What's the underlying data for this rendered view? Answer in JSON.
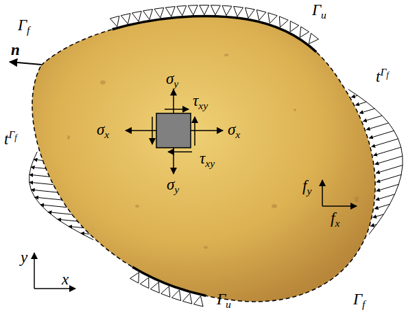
{
  "diagram": {
    "labels": [
      "Γu",
      "Γf",
      "n",
      "tΓf",
      "σy",
      "τxy",
      "σx",
      "σx",
      "τxy",
      "σy",
      "fy",
      "fx",
      "tΓf",
      "y",
      "x",
      "Γu",
      "Γf"
    ]
  }
}
